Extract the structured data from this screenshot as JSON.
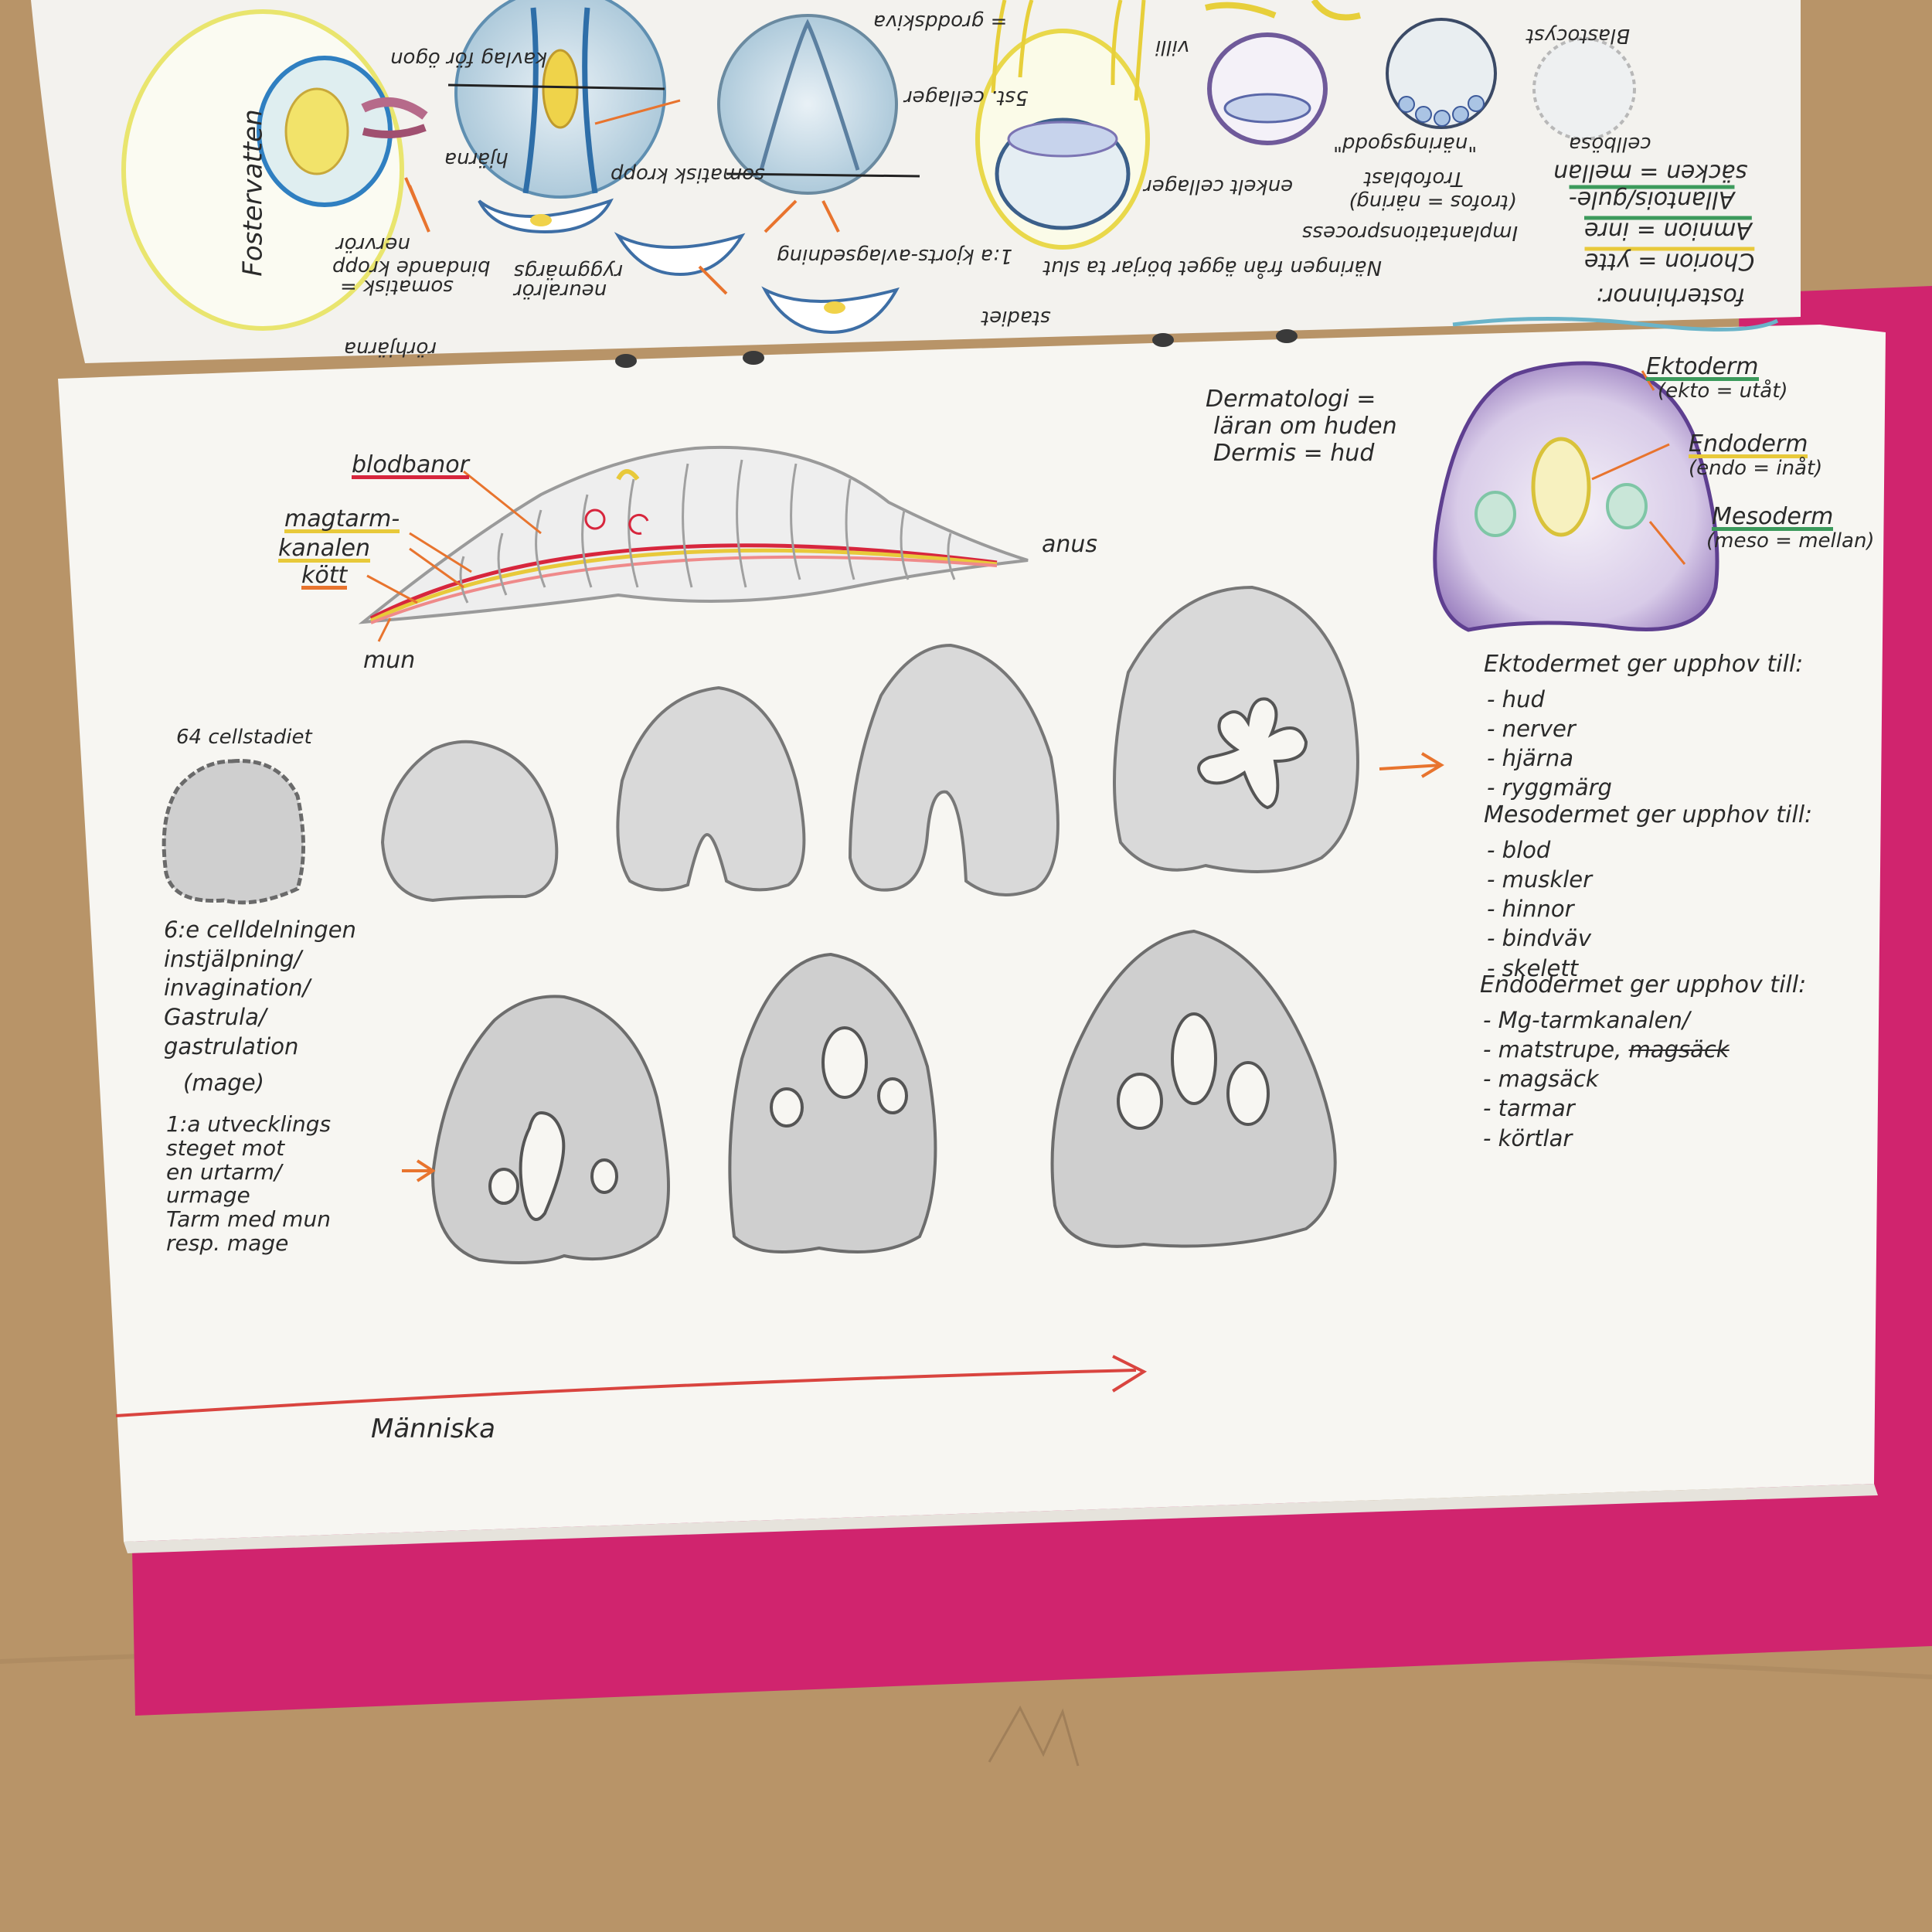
{
  "colors": {
    "table": "#b5946a",
    "folder": "#d0246e",
    "paper": "#f6f4ef",
    "pencil": "#6f6f6f",
    "ectoderm": "#8e6bb3",
    "endoderm": "#e9df8f",
    "mesoderm": "#9fd4bf",
    "arrow": "#e8742e",
    "blood": "#d7263d"
  },
  "top_page": {
    "labels": {
      "fosterhinnor": "fosterhinnor:",
      "chorion": "Chorion = ytte",
      "amnion": "Amnion = inre",
      "allantois": "Allantois/gule-",
      "sacken": "säcken = mellan",
      "trofoblast": "Trofoblast",
      "trofos": "(trofos = näring)",
      "implantation": "Implantationsprocess",
      "narningen": "Näringen från ägget börjar ta slut",
      "cellbosa": "cellbösa",
      "blastocyst": "Blastocyst",
      "naringsgodd": "\"näringsgodd\"",
      "enkelt": "enkelt cellager",
      "villi": "villi",
      "femst": "5st. cellager",
      "grodskiva": "= groddskiva",
      "staket": "stadiet",
      "atlas": "1:a kjorts-avlagsedning",
      "neuralror": "neuralrör",
      "ryggmargs": "ryggmärgs",
      "somatisk": "somatisk kropp",
      "fostervatten": "Fostervatten",
      "nerver": "nervrör",
      "bindande": "bindande kropp",
      "somatiska": "somatisk =",
      "rorhjarna": "rörhjärna",
      "tjrna": "hjärna",
      "kavlag": "kavlag för ögon"
    }
  },
  "bottom_page": {
    "dermatologi_1": "Dermatologi =",
    "dermatologi_2": "läran om huden",
    "dermis": "Dermis = hud",
    "worm": {
      "blodbanor": "blodbanor",
      "magtarm1": "magtarm-",
      "magtarm2": "kanalen",
      "kott": "kött",
      "anus": "anus",
      "mun": "mun"
    },
    "layers": {
      "ektoderm": "Ektoderm",
      "ektoderm_def": "(ekto = utåt)",
      "endoderm": "Endoderm",
      "endoderm_def": "(endo = inåt)",
      "mesoderm": "Mesoderm",
      "mesoderm_def": "(meso = mellan)"
    },
    "stage_64": "64 cellstadiet",
    "notes_left": [
      "6:e celldelningen",
      "instjälpning/",
      "invagination/",
      "Gastrula/",
      "gastrulation",
      "(mage)"
    ],
    "notes_left2": [
      "1:a utvecklings",
      "steget mot",
      "en urtarm/",
      "urmage",
      "Tarm med mun",
      "resp. mage"
    ],
    "ektoderm_list": {
      "heading": "Ektodermet ger upphov till:",
      "items": [
        "- hud",
        "- nerver",
        "- hjärna",
        "- ryggmärg"
      ]
    },
    "mesoderm_list": {
      "heading": "Mesodermet ger upphov till:",
      "items": [
        "- blod",
        "- muskler",
        "- hinnor",
        "- bindväv",
        "- skelett"
      ]
    },
    "endoderm_list": {
      "heading": "Endodermet ger upphov till:",
      "items": [
        "- Mg-tarmkanalen/",
        "- matstrupe,",
        "- magsäck",
        "- tarmar",
        "- körtlar"
      ],
      "struck": "magsäck"
    },
    "timeline_label": "Människa"
  }
}
